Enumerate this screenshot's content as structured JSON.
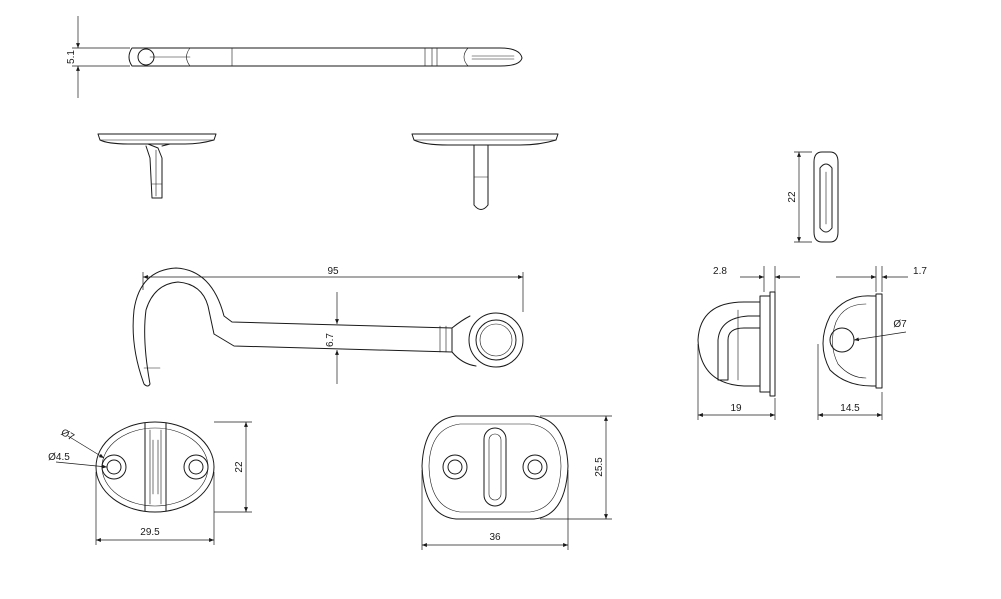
{
  "drawing": {
    "line_color": "#1a1a1a",
    "background": "#ffffff",
    "dimensions": {
      "hook_length": "95",
      "hook_thickness": "6.7",
      "top_view_thickness": "5.1",
      "side_height": "22",
      "eye_depth": "2.8",
      "eye_thickness": "1.7",
      "eye_hole": "Ø7",
      "eye_projection": "19",
      "eye_width": "14.5",
      "plate_hole_outer": "Ø7",
      "plate_hole_inner": "Ø4.5",
      "plate_height": "22",
      "plate_width": "29.5",
      "large_plate_height": "25.5",
      "large_plate_width": "36"
    }
  }
}
